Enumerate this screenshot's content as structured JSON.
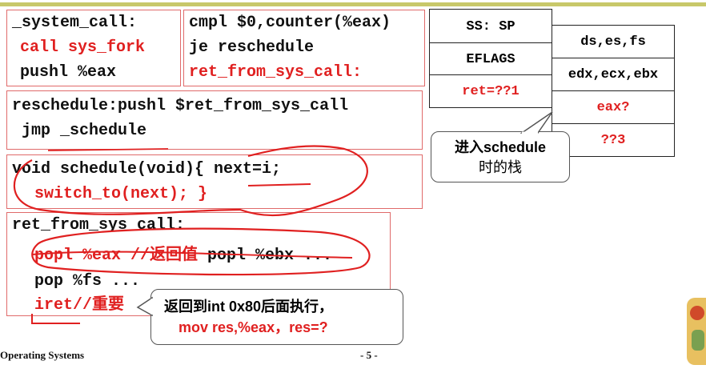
{
  "box1": {
    "line1": "_system_call:",
    "line2": "call sys_fork",
    "line3": "pushl %eax"
  },
  "box2": {
    "line1": "cmpl $0,counter(%eax)",
    "line2": "je reschedule",
    "line3": "ret_from_sys_call:"
  },
  "box3": {
    "line1": "reschedule:pushl $ret_from_sys_call",
    "line2": " jmp _schedule"
  },
  "box4": {
    "line1_a": "void schedule(void){ ",
    "line1_b": "next=i;",
    "line2": "switch_to(next); }"
  },
  "box5": {
    "line1": "ret_from_sys_call:",
    "line2_red": "popl %eax //返回值",
    "line2_black": " popl %ebx ...",
    "line3": "pop %fs ...",
    "line4": "iret//重要"
  },
  "stack_left": [
    "SS: SP",
    "EFLAGS",
    "ret=??1"
  ],
  "stack_right": [
    "ds,es,fs",
    "edx,ecx,ebx",
    "eax?",
    "??3"
  ],
  "callout_schedule": {
    "line1": "进入schedule",
    "line2": "时的栈"
  },
  "callout_iret": {
    "line1": "返回到int 0x80后面执行，",
    "line2": "mov res,%eax，res=?"
  },
  "footer": {
    "left": "Operating Systems",
    "page": "- 5 -"
  },
  "colors": {
    "red": "#e02020",
    "box_border": "#e06a6a",
    "top_line": "#c8c86a"
  }
}
